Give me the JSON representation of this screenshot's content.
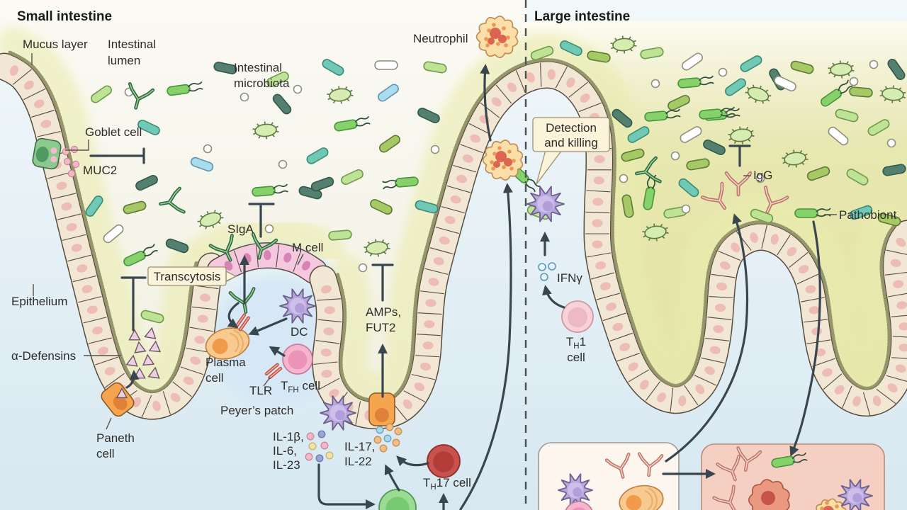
{
  "titles": {
    "left": "Small intestine",
    "right": "Large intestine"
  },
  "labels": {
    "mucus_layer": "Mucus layer",
    "intestinal_lumen": [
      "Intestinal",
      "lumen"
    ],
    "intestinal_microbiota": [
      "Intestinal",
      "microbiota"
    ],
    "goblet_cell": "Goblet cell",
    "muc2": "MUC2",
    "siga": "SIgA",
    "m_cell": "M cell",
    "transcytosis": "Transcytosis",
    "epithelium": "Epithelium",
    "alpha_defensins": "α-Defensins",
    "plasma_cell": [
      "Plasma",
      "cell"
    ],
    "dc": "DC",
    "tlr": "TLR",
    "tfh_cell": {
      "pre": "T",
      "sub": "FH",
      "post": " cell"
    },
    "peyers_patch": "Peyer’s patch",
    "paneth_cell": [
      "Paneth",
      "cell"
    ],
    "il_1b_6_23": [
      "IL-1β,",
      "IL-6,",
      "IL-23"
    ],
    "il_17_22": [
      "IL-17,",
      "IL-22"
    ],
    "th17_cell": {
      "pre": "T",
      "sub": "H",
      "post": "17 cell"
    },
    "amps_fut2": [
      "AMPs,",
      "FUT2"
    ],
    "neutrophil": "Neutrophil",
    "detection_and_killing": [
      "Detection",
      "and killing"
    ],
    "ifn_gamma": "IFNγ",
    "th1_cell": {
      "pre": "T",
      "sub": "H",
      "post": "1",
      "line2": "cell"
    },
    "igg": "IgG",
    "pathobiont": "Pathobiont"
  },
  "icons": {
    "rod_bacterium": "rounded-rod",
    "flagellated_bacterium": "rod-with-flagella",
    "spiky_bacterium": "oval-with-spikes",
    "antibody": "y-shape",
    "cytokine": "small-dot",
    "inhibition": "t-bar",
    "arrow": "curved-arrow"
  },
  "colors": {
    "background_top": "#f2f8fa",
    "background_bottom": "#d7e8f1",
    "lumen_small_top": "#fbfaf4",
    "lumen_small_bottom": "#f2f0e2",
    "lumen_large": "#e6e6ae",
    "mucus": "#e9ecae",
    "epithelium_fill": "#f2e7d4",
    "epithelium_outline": "#554c3e",
    "nucleus": "#edbcb4",
    "m_cell_fill": "#f4c9e0",
    "m_cell_nucleus": "#d783b3",
    "goblet_green": "#8cc98f",
    "paneth_orange": "#f5a54e",
    "peyers_patch_blue": "#d6e8f6",
    "dc_purple": "#b9a6de",
    "plasma_orange": "#f8ca8f",
    "tfh_pink": "#f5b6cd",
    "th17_red": "#c8524e",
    "th1_pink": "#f7d2d8",
    "ilc_green": "#9bdb94",
    "neutrophil_cream": "#fadfa9",
    "macrophage_salmon": "#ea9880",
    "siga_green": "#2f6b40",
    "igg_salmon": "#bd7668",
    "defensin_pink": "#ecd0e2",
    "arrow": "#39464e",
    "box_plasma_bg": "#fcf6ee",
    "box_killing_bg": "#f4cfc2",
    "callout_bg": "#fbf4da"
  }
}
